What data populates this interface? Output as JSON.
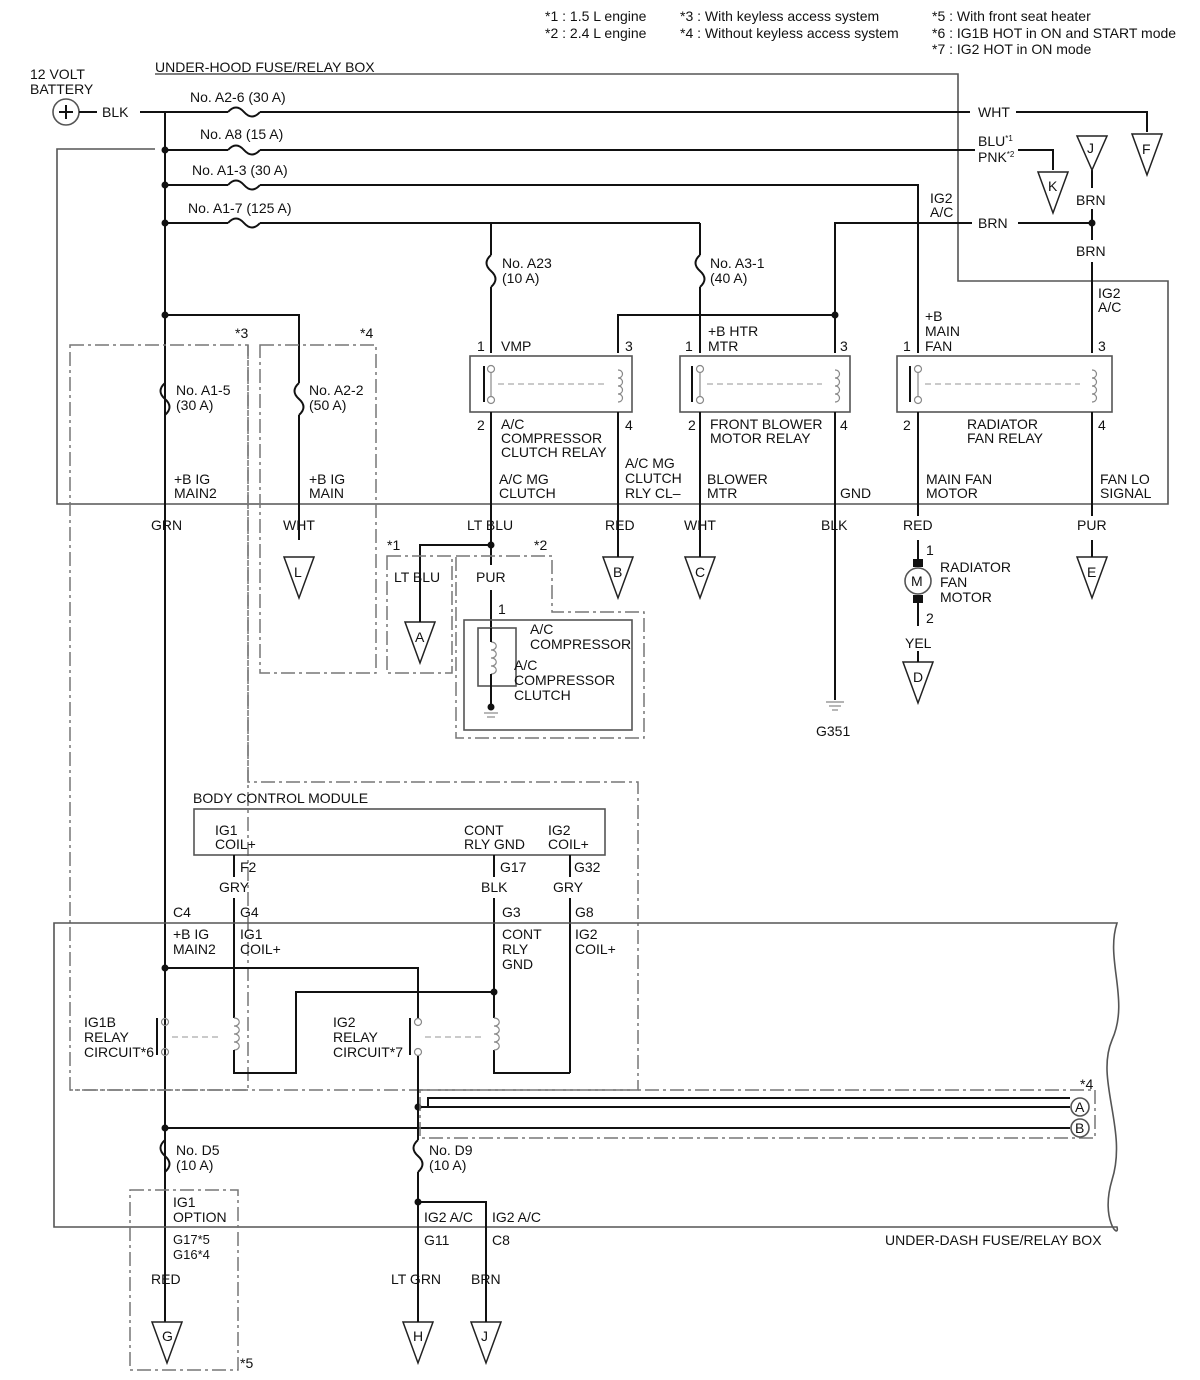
{
  "notes": [
    "*1 : 1.5 L engine",
    "*2 : 2.4 L engine",
    "*3 : With keyless access system",
    "*4 : Without keyless access system",
    "*5 : With front seat heater",
    "*6 : IG1B HOT in ON and START mode",
    "*7 : IG2 HOT in ON mode"
  ],
  "battery": {
    "line1": "12 VOLT",
    "line2": "BATTERY",
    "wire": "BLK"
  },
  "boxes": {
    "underhood": "UNDER-HOOD FUSE/RELAY BOX",
    "underdash": "UNDER-DASH FUSE/RELAY BOX",
    "bcm": "BODY CONTROL MODULE"
  },
  "fuses": {
    "a2_6": "No. A2-6 (30 A)",
    "a8": "No. A8 (15 A)",
    "a1_3": "No. A1-3 (30 A)",
    "a1_7": "No. A1-7 (125 A)",
    "a23": [
      "No. A23",
      "(10 A)"
    ],
    "a3_1": [
      "No. A3-1",
      "(40 A)"
    ],
    "a1_5": [
      "No. A1-5",
      "(30 A)"
    ],
    "a2_2": [
      "No. A2-2",
      "(50 A)"
    ],
    "d5": [
      "No. D5",
      "(10 A)"
    ],
    "d9": [
      "No. D9",
      "(10 A)"
    ]
  },
  "relays": {
    "ac": {
      "p1": "1",
      "p3": "3",
      "p2": "2",
      "p4": "4",
      "vmp": "VMP",
      "name": [
        "A/C",
        "COMPRESSOR",
        "CLUTCH RELAY"
      ]
    },
    "blower": {
      "p1": "1",
      "p3": "3",
      "p2": "2",
      "p4": "4",
      "top": [
        "+B HTR",
        "MTR"
      ],
      "name": [
        "FRONT BLOWER",
        "MOTOR RELAY"
      ]
    },
    "radiator": {
      "p1": "1",
      "p3": "3",
      "p2": "2",
      "p4": "4",
      "top": [
        "+B",
        "MAIN",
        "FAN"
      ],
      "name": [
        "RADIATOR",
        "FAN RELAY"
      ],
      "ig2": [
        "IG2",
        "A/C"
      ]
    }
  },
  "top_labels": {
    "wht": "WHT",
    "blu": "BLU",
    "pnk": "PNK",
    "brn1": "BRN",
    "brn2": "BRN",
    "brn3": "BRN",
    "ig2ac_left": [
      "IG2",
      "A/C"
    ],
    "sup1": "*1",
    "sup2": "*2"
  },
  "terminals": {
    "main2": [
      "+B IG",
      "MAIN2"
    ],
    "main": [
      "+B IG",
      "MAIN"
    ],
    "acmg": [
      "A/C MG",
      "CLUTCH"
    ],
    "acmgcl": [
      "A/C MG",
      "CLUTCH",
      "RLY CL–"
    ],
    "blower": [
      "BLOWER",
      "MTR"
    ],
    "gnd": "GND",
    "mainfan": [
      "MAIN FAN",
      "MOTOR"
    ],
    "fanlo": [
      "FAN LO",
      "SIGNAL"
    ]
  },
  "wires": {
    "grn": "GRN",
    "wht": "WHT",
    "ltblu": "LT BLU",
    "red": "RED",
    "wht2": "WHT",
    "blk": "BLK",
    "red2": "RED",
    "pur": "PUR",
    "ltblu2": "LT BLU",
    "pur2": "PUR",
    "yel": "YEL",
    "gry1": "GRY",
    "blk2": "BLK",
    "gry2": "GRY",
    "red3": "RED",
    "ltgrn": "LT GRN",
    "brn": "BRN"
  },
  "connectors": {
    "A": "A",
    "B": "B",
    "C": "C",
    "D": "D",
    "E": "E",
    "F": "F",
    "G": "G",
    "H": "H",
    "J": "J",
    "K": "K",
    "L": "L",
    "A2": "A",
    "B2": "B"
  },
  "stars": {
    "s1": "*1",
    "s2": "*2",
    "s3": "*3",
    "s4": "*4",
    "s4b": "*4",
    "s5": "*5"
  },
  "compressor": {
    "pin1": "1",
    "comp": [
      "A/C",
      "COMPRESSOR"
    ],
    "clutch": [
      "A/C",
      "COMPRESSOR",
      "CLUTCH"
    ]
  },
  "motor": {
    "pin1": "1",
    "pin2": "2",
    "m": "M",
    "name": [
      "RADIATOR",
      "FAN",
      "MOTOR"
    ]
  },
  "ground": "G351",
  "bcm_pins": {
    "ig1": [
      "IG1",
      "COIL+"
    ],
    "cont": [
      "CONT",
      "RLY GND"
    ],
    "ig2": [
      "IG2",
      "COIL+"
    ],
    "f2": "F2",
    "g17": "G17",
    "g32": "G32"
  },
  "underdash_pins": {
    "c4": "C4",
    "g4": "G4",
    "g3": "G3",
    "g8": "G8",
    "main2": [
      "+B IG",
      "MAIN2"
    ],
    "ig1coil": [
      "IG1",
      "COIL+"
    ],
    "contgnd": [
      "CONT",
      "RLY",
      "GND"
    ],
    "ig2coil": [
      "IG2",
      "COIL+"
    ]
  },
  "ig_relays": {
    "ig1b": [
      "IG1B",
      "RELAY",
      "CIRCUIT*6"
    ],
    "ig2": [
      "IG2",
      "RELAY",
      "CIRCUIT*7"
    ]
  },
  "bottom": {
    "ig1opt": [
      "IG1",
      "OPTION"
    ],
    "g17": "G17*5",
    "g16": "G16*4",
    "ig2ac1": "IG2 A/C",
    "ig2ac2": "IG2 A/C",
    "g11": "G11",
    "c8": "C8"
  }
}
